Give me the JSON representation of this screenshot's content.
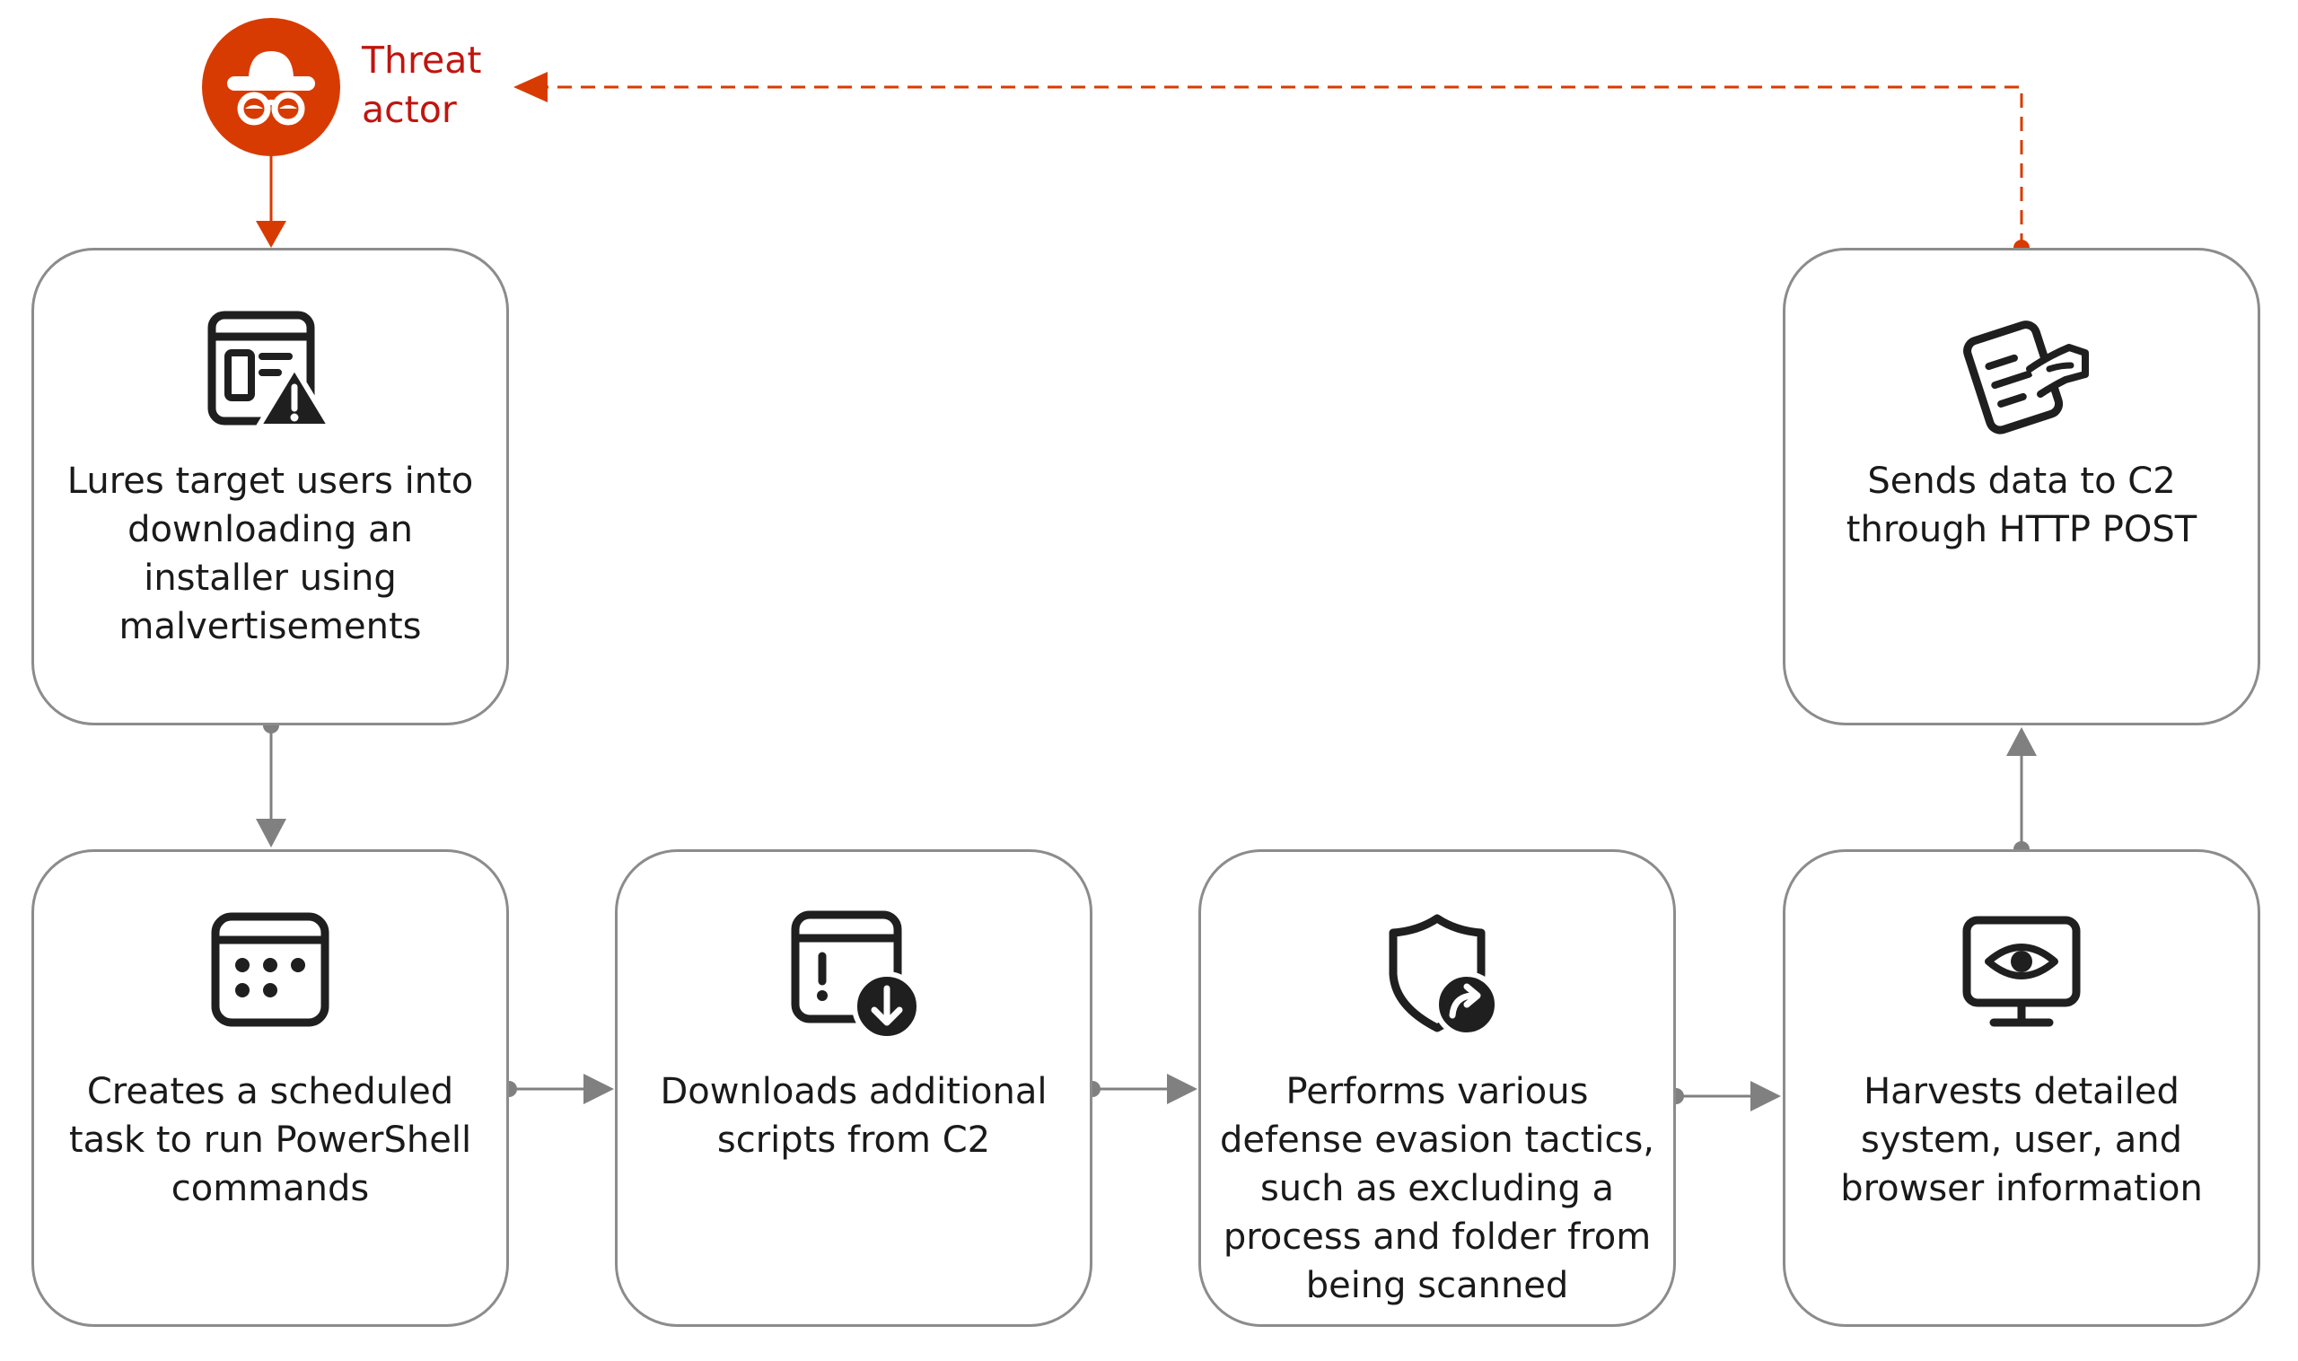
{
  "colors": {
    "accent": "#d83b01",
    "accent_text": "#c0150f",
    "connector": "#808080",
    "border": "#8c8c8c",
    "icon": "#1f1f1f"
  },
  "actor": {
    "icon": "spy-incognito-icon",
    "label_lines": [
      "Threat",
      "actor"
    ]
  },
  "steps": {
    "lures": {
      "icon": "web-window-warning-icon",
      "lines": [
        "Lures target users into",
        "downloading an",
        "installer using",
        "malvertisements"
      ]
    },
    "creates": {
      "icon": "calendar-icon",
      "lines": [
        "Creates a scheduled",
        "task to run PowerShell",
        "commands"
      ]
    },
    "downloads": {
      "icon": "window-download-icon",
      "lines": [
        "Downloads additional",
        "scripts from C2"
      ]
    },
    "performs": {
      "icon": "shield-redirect-icon",
      "lines": [
        "Performs various",
        "defense evasion tactics,",
        "such as excluding a",
        "process and folder from",
        "being scanned"
      ]
    },
    "harvests": {
      "icon": "monitor-eye-icon",
      "lines": [
        "Harvests detailed",
        "system, user, and",
        "browser information"
      ]
    },
    "sends": {
      "icon": "document-send-icon",
      "lines": [
        "Sends data to C2",
        "through HTTP POST"
      ]
    }
  }
}
